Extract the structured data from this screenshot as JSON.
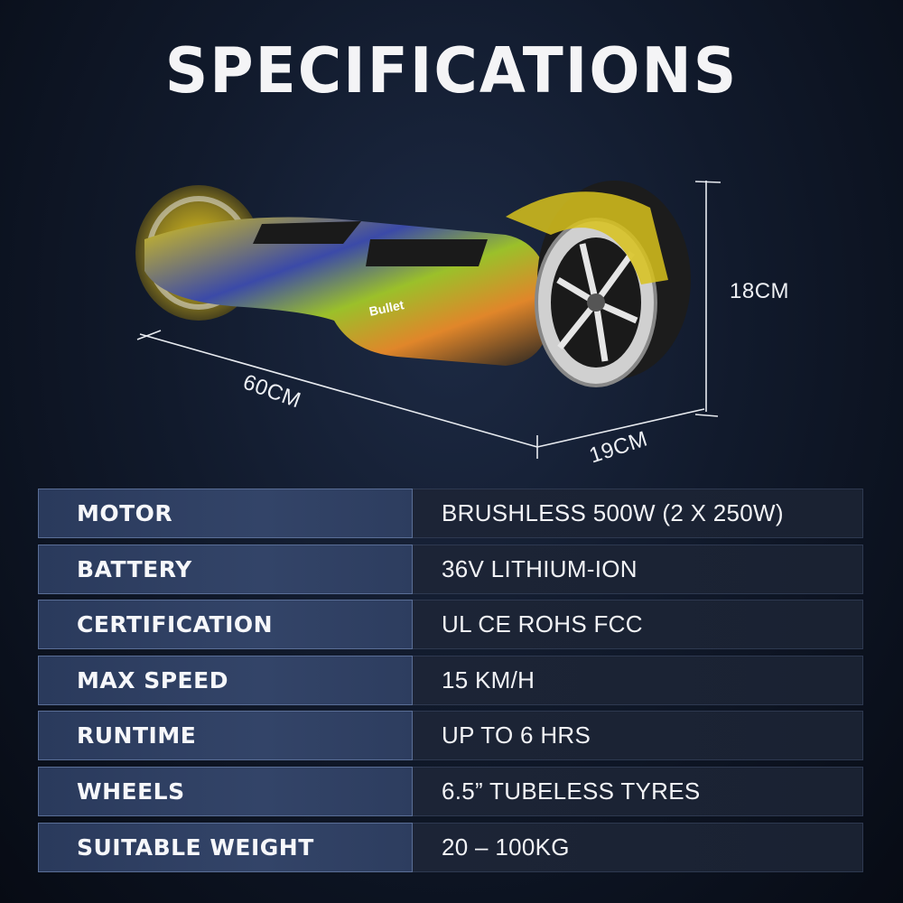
{
  "title": "SPECIFICATIONS",
  "product": {
    "name": "hoverboard-graffiti",
    "brand_mark": "Bullet",
    "dimensions": {
      "length": "60CM",
      "width": "19CM",
      "height": "18CM"
    }
  },
  "specs": [
    {
      "label": "MOTOR",
      "value": "BRUSHLESS 500W (2 X 250W)"
    },
    {
      "label": "BATTERY",
      "value": "36V LITHIUM-ION"
    },
    {
      "label": "CERTIFICATION",
      "value": "UL CE ROHS FCC"
    },
    {
      "label": "MAX SPEED",
      "value": "15 KM/H"
    },
    {
      "label": "RUNTIME",
      "value": "UP TO 6 HRS"
    },
    {
      "label": "WHEELS",
      "value": "6.5” TUBELESS TYRES"
    },
    {
      "label": "SUITABLE WEIGHT",
      "value": "20 – 100KG"
    }
  ],
  "colors": {
    "background": "#111a2c",
    "label_cell": "#334468",
    "value_cell": "#1c2436",
    "text": "#ffffff"
  }
}
